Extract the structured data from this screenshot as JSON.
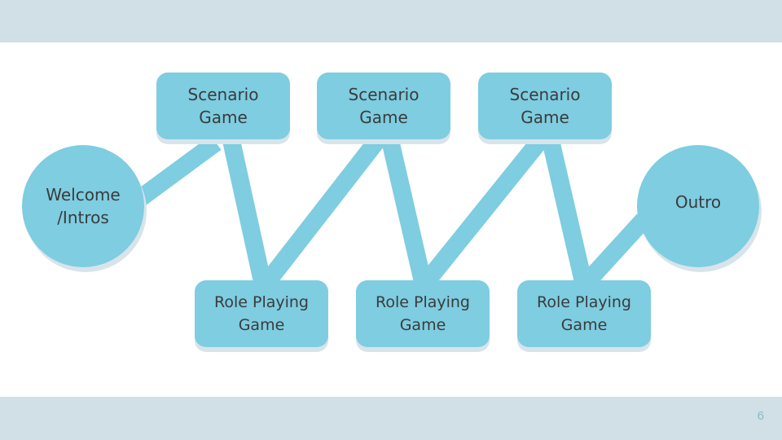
{
  "slide": {
    "page_number": "6"
  },
  "diagram": {
    "start": "Welcome\n/Intros",
    "end": "Outro",
    "top_nodes": [
      "Scenario\nGame",
      "Scenario\nGame",
      "Scenario\nGame"
    ],
    "bottom_nodes": [
      "Role Playing\nGame",
      "Role Playing\nGame",
      "Role Playing\nGame"
    ],
    "colors": {
      "node": "#7ecde1",
      "text": "#3b3b3b",
      "band": "#d0e0e6"
    }
  }
}
